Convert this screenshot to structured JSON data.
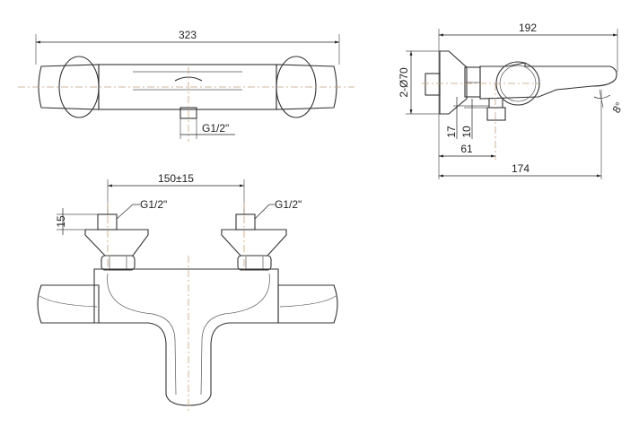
{
  "top_view": {
    "width_label": "323",
    "inlet_label": "G1/2\""
  },
  "side_view": {
    "depth_label": "192",
    "flange_label": "2-Ø70",
    "offset_17": "17",
    "offset_10": "10",
    "inlet_depth": "61",
    "spout_depth": "174",
    "angle": "8°"
  },
  "front_view": {
    "spacing_label": "150±15",
    "nipple_height": "15",
    "left_inlet_label": "G1/2\"",
    "right_inlet_label": "G1/2\""
  }
}
